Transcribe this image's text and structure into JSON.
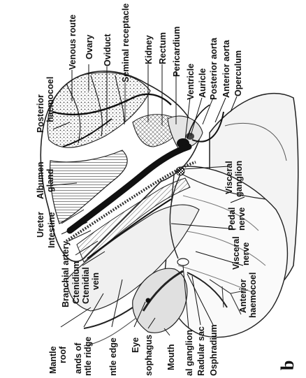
{
  "figure": {
    "panel_letter": "b",
    "labels": {
      "venous_route": "Venous route",
      "ovary": "Ovary",
      "oviduct": "Oviduct",
      "seminal_receptacle": "Seminal receptacle",
      "kidney": "Kidney",
      "rectum": "Rectum",
      "pericardium": "Pericardium",
      "ventricle": "Ventricle",
      "auricle": "Auricle",
      "posterior_aorta": "Posterior aorta",
      "anterior_aorta": "Anterior aorta",
      "operculum": "Operculum",
      "posterior_haemocoel": [
        "Posterior",
        "haemocoel"
      ],
      "albumen_gland": [
        "Albumen",
        "gland"
      ],
      "ureter": "Ureter",
      "intestine": "Intestine",
      "branchial_artery": "Branchial artery",
      "ctenidium": "Ctenidium",
      "ctenidial_vein": [
        "Ctenidial",
        "vein"
      ],
      "mantle_roof": [
        "Mantle",
        "roof"
      ],
      "bands_of_mantle_ridge": [
        "ands of",
        "ntle ridge"
      ],
      "mantle_edge": "ntle edge",
      "eye": "Eye",
      "oesophagus": "sophagus",
      "mouth": "Mouth",
      "pedal_ganglion": "al ganglion",
      "radular_sac": "Radular sac",
      "osphradium": "Osphradium",
      "visceral_ganglion": [
        "Visceral",
        "ganglion"
      ],
      "pedal_nerve": [
        "Pedal",
        "nerve"
      ],
      "visceral_nerve": [
        "Visceral",
        "nerve"
      ],
      "anterior_haemocoel": [
        "Anterior",
        "haemocoel"
      ]
    }
  }
}
